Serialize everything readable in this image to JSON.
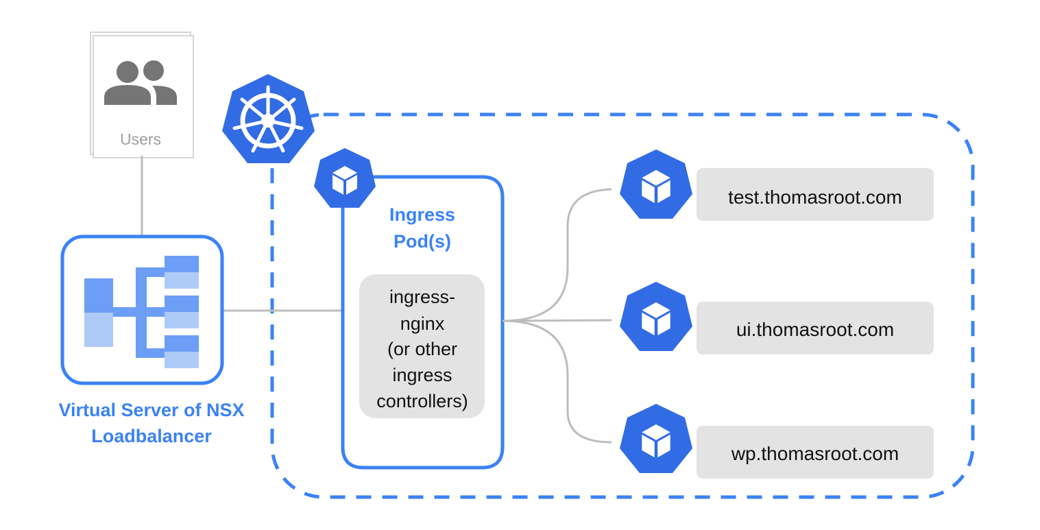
{
  "colors": {
    "k8s_blue": "#326ce5",
    "accent_blue": "#3b82f6",
    "light_blue": "#6d9ef5",
    "pale_blue": "#aecaf7",
    "connector_gray": "#bdbdbd",
    "users_gray": "#757575",
    "box_gray": "#e3e3e3",
    "text_dark": "#111111"
  },
  "users": {
    "label": "Users",
    "icon": "people-icon"
  },
  "kubernetes": {
    "icon": "kubernetes-helm-icon"
  },
  "load_balancer": {
    "icon": "load-balancer-icon",
    "label_line1": "Virtual Server of NSX",
    "label_line2": "Loadbalancer"
  },
  "ingress": {
    "icon": "pod-cube-icon",
    "title_line1": "Ingress",
    "title_line2": "Pod(s)",
    "controller_lines": [
      "ingress-",
      "nginx",
      "(or other",
      "ingress",
      "controllers)"
    ]
  },
  "services": [
    {
      "icon": "pod-cube-icon",
      "host": "test.thomasroot.com"
    },
    {
      "icon": "pod-cube-icon",
      "host": "ui.thomasroot.com"
    },
    {
      "icon": "pod-cube-icon",
      "host": "wp.thomasroot.com"
    }
  ]
}
